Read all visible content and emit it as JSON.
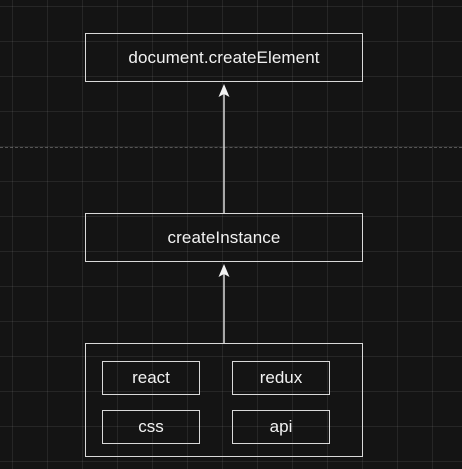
{
  "diagram": {
    "top_box": {
      "label": "document.createElement"
    },
    "middle_box": {
      "label": "createInstance"
    },
    "bottom_group": {
      "items": [
        {
          "label": "react"
        },
        {
          "label": "redux"
        },
        {
          "label": "css"
        },
        {
          "label": "api"
        }
      ]
    },
    "colors": {
      "background": "#141414",
      "stroke": "#d9d9d9",
      "text": "#f2f2f2"
    }
  }
}
